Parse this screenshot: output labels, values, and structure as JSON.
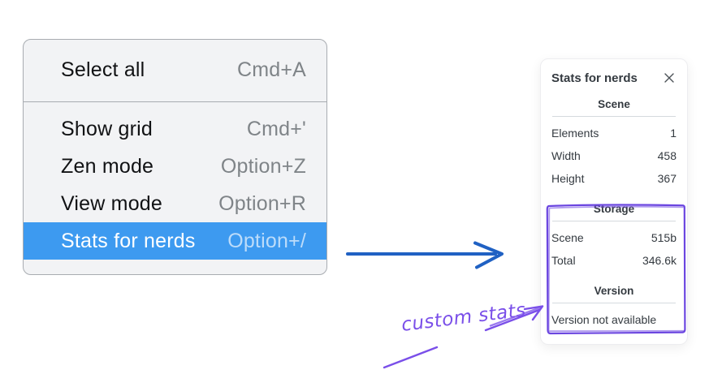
{
  "menu": {
    "sections": [
      {
        "items": [
          {
            "label": "Select all",
            "shortcut": "Cmd+A",
            "highlighted": false
          }
        ]
      },
      {
        "items": [
          {
            "label": "Show grid",
            "shortcut": "Cmd+'",
            "highlighted": false
          },
          {
            "label": "Zen mode",
            "shortcut": "Option+Z",
            "highlighted": false
          },
          {
            "label": "View mode",
            "shortcut": "Option+R",
            "highlighted": false
          },
          {
            "label": "Stats for nerds",
            "shortcut": "Option+/",
            "highlighted": true
          }
        ]
      }
    ]
  },
  "stats_panel": {
    "title": "Stats for nerds",
    "close_icon": "close-icon",
    "sections": [
      {
        "heading": "Scene",
        "rows": [
          {
            "label": "Elements",
            "value": "1"
          },
          {
            "label": "Width",
            "value": "458"
          },
          {
            "label": "Height",
            "value": "367"
          }
        ]
      },
      {
        "heading": "Storage",
        "rows": [
          {
            "label": "Scene",
            "value": "515b"
          },
          {
            "label": "Total",
            "value": "346.6k"
          }
        ]
      },
      {
        "heading": "Version",
        "note": "Version not available"
      }
    ]
  },
  "annotation": {
    "label": "custom stats"
  },
  "colors": {
    "menu_background": "#f2f3f5",
    "menu_border": "#a8acb1",
    "menu_highlight": "#3d9af0",
    "menu_shortcut_gray": "#7f8488",
    "panel_text": "#343a40",
    "blue_arrow": "#2061c3",
    "annotation_purple": "#7a4fe9",
    "sketch_rect_purple": "#6b46e0"
  }
}
